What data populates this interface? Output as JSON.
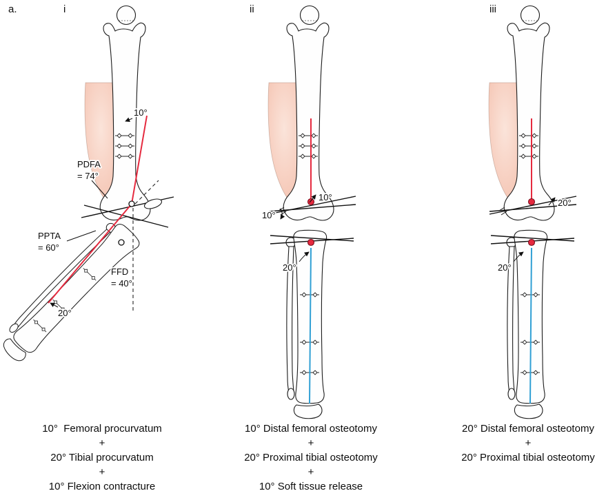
{
  "figure_label": "a.",
  "colors": {
    "axis_red": "#e5293e",
    "axis_blue": "#2f9fd4",
    "muscle_pink": "#f7cfc0",
    "bone_outline": "#1b1b1b"
  },
  "panel_i": {
    "label": "i",
    "femoral_bow_angle": "10°",
    "tibial_bow_angle": "20°",
    "pdfa_name": "PDFA",
    "pdfa_value": "= 74°",
    "ppta_name": "PPTA",
    "ppta_value": "= 60°",
    "ffd_name": "FFD",
    "ffd_value": "= 40°",
    "caption": [
      "10°  Femoral procurvatum",
      "+",
      "20° Tibial procurvatum",
      "+",
      "10° Flexion contracture"
    ]
  },
  "panel_ii": {
    "label": "ii",
    "femoral_wedge_angle": "10°",
    "soft_tissue_angle": "10°",
    "tibial_wedge_angle": "20°",
    "caption": [
      "10° Distal femoral osteotomy",
      "+",
      "20° Proximal tibial osteotomy",
      "+",
      "10° Soft tissue release"
    ]
  },
  "panel_iii": {
    "label": "iii",
    "femoral_wedge_angle": "20°",
    "tibial_wedge_angle": "20°",
    "caption": [
      "20° Distal femoral osteotomy",
      "+",
      "20° Proximal tibial osteotomy"
    ]
  }
}
